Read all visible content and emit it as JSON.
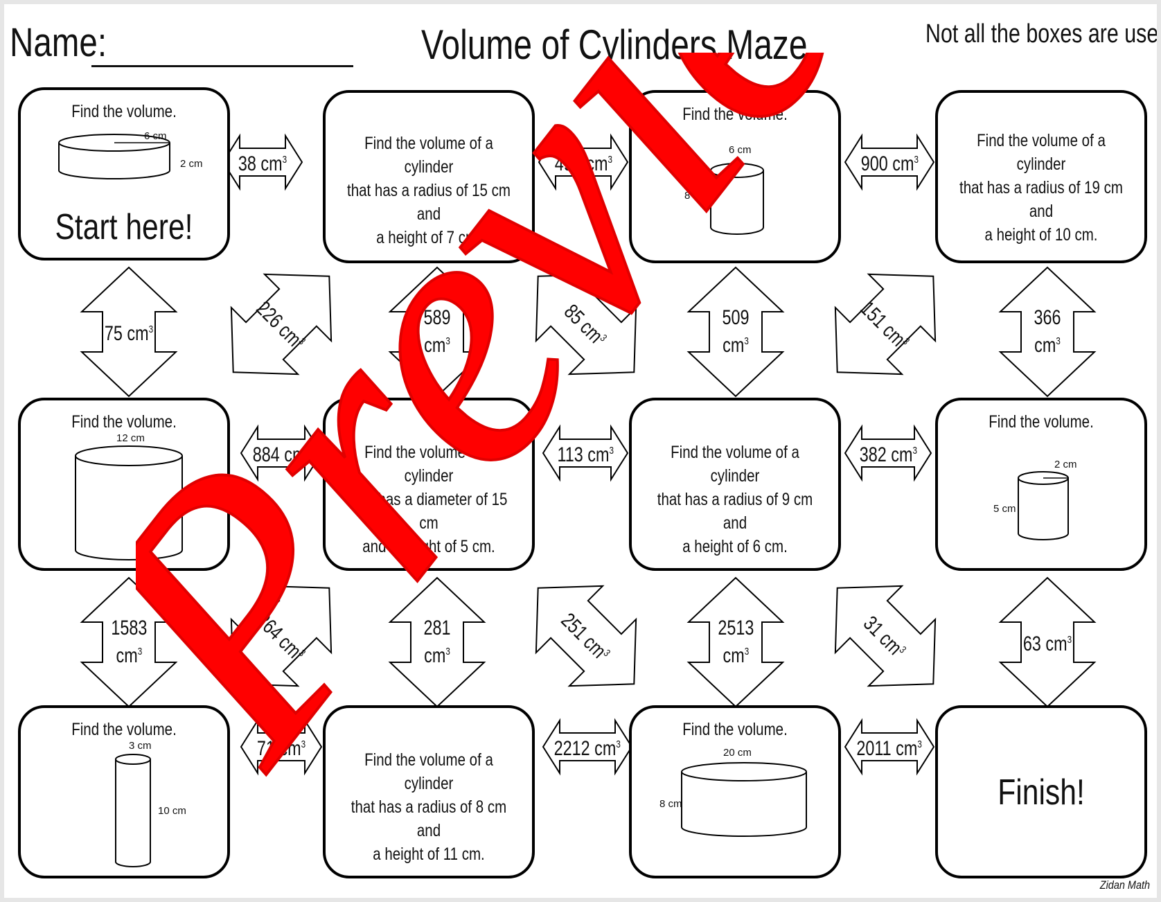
{
  "header": {
    "name_label": "Name:",
    "title": "Volume of Cylinders Maze",
    "note": "Not all the boxes are used!"
  },
  "credit": "Zidan Math",
  "boxes": {
    "r1c1": {
      "prompt": "Find the volume.",
      "diameter": "6 cm",
      "height": "2 cm",
      "start": "Start here!"
    },
    "r1c2": {
      "line1": "Find the volume of a cylinder",
      "line2": "that has a radius of 15 cm and",
      "line3": "a height of 7 cm."
    },
    "r1c3": {
      "prompt": "Find the volume.",
      "diameter": "6 cm",
      "height": "8 cm"
    },
    "r1c4": {
      "line1": "Find the volume of a cylinder",
      "line2": "that has a radius of 19 cm and",
      "line3": "a height of 10 cm."
    },
    "r2c1": {
      "prompt": "Find the volume.",
      "diameter": "12 cm",
      "height": "14 cm"
    },
    "r2c2": {
      "line1": "Find the volume of a cylinder",
      "line2": "that has a diameter of 15 cm",
      "line3": "and a height of 5 cm."
    },
    "r2c3": {
      "line1": "Find the volume of a cylinder",
      "line2": "that has a radius of 9 cm and",
      "line3": "a height of 6 cm."
    },
    "r2c4": {
      "prompt": "Find the volume.",
      "radius": "2 cm",
      "height": "5 cm"
    },
    "r3c1": {
      "prompt": "Find the volume.",
      "diameter": "3 cm",
      "height": "10 cm"
    },
    "r3c2": {
      "line1": "Find the volume of a cylinder",
      "line2": "that has a radius of 8 cm and",
      "line3": "a height of 11 cm."
    },
    "r3c3": {
      "prompt": "Find the volume.",
      "diameter": "20 cm",
      "height": "8 cm"
    },
    "r3c4": {
      "finish": "Finish!"
    }
  },
  "arrows": {
    "h_r1_12": {
      "value": "38 cm",
      "unit_exp": "3"
    },
    "h_r1_23": {
      "value": "498 cm",
      "unit_exp": "3"
    },
    "h_r1_34": {
      "value": "900 cm",
      "unit_exp": "3"
    },
    "h_r2_12": {
      "value": "884 cm",
      "unit_exp": "3"
    },
    "h_r2_23": {
      "value": "113 cm",
      "unit_exp": "3"
    },
    "h_r2_34": {
      "value": "382 cm",
      "unit_exp": "3"
    },
    "h_r3_12": {
      "value": "71 cm",
      "unit_exp": "3"
    },
    "h_r3_23": {
      "value": "2212 cm",
      "unit_exp": "3"
    },
    "h_r3_34": {
      "value": "2011 cm",
      "unit_exp": "3"
    },
    "v_12_c1": {
      "value": "75 cm",
      "unit_exp": "3"
    },
    "v_12_c2": {
      "value": "589",
      "unit": "cm",
      "unit_exp": "3"
    },
    "v_12_c3": {
      "value": "509",
      "unit": "cm",
      "unit_exp": "3"
    },
    "v_12_c4": {
      "value": "366",
      "unit": "cm",
      "unit_exp": "3"
    },
    "v_23_c1": {
      "value": "1583",
      "unit": "cm",
      "unit_exp": "3"
    },
    "v_23_c2": {
      "value": "281",
      "unit": "cm",
      "unit_exp": "3"
    },
    "v_23_c3": {
      "value": "2513",
      "unit": "cm",
      "unit_exp": "3"
    },
    "v_23_c4": {
      "value": "63 cm",
      "unit_exp": "3"
    },
    "d_12_a": {
      "value": "226 cm",
      "unit_exp": "3"
    },
    "d_12_b": {
      "value": "85 cm",
      "unit_exp": "3"
    },
    "d_12_c": {
      "value": "151 cm",
      "unit_exp": "3"
    },
    "d_23_a": {
      "value": "264 cm",
      "unit_exp": "3"
    },
    "d_23_b": {
      "value": "251 cm",
      "unit_exp": "3"
    },
    "d_23_c": {
      "value": "31 cm",
      "unit_exp": "3"
    }
  },
  "watermark": "Preview"
}
